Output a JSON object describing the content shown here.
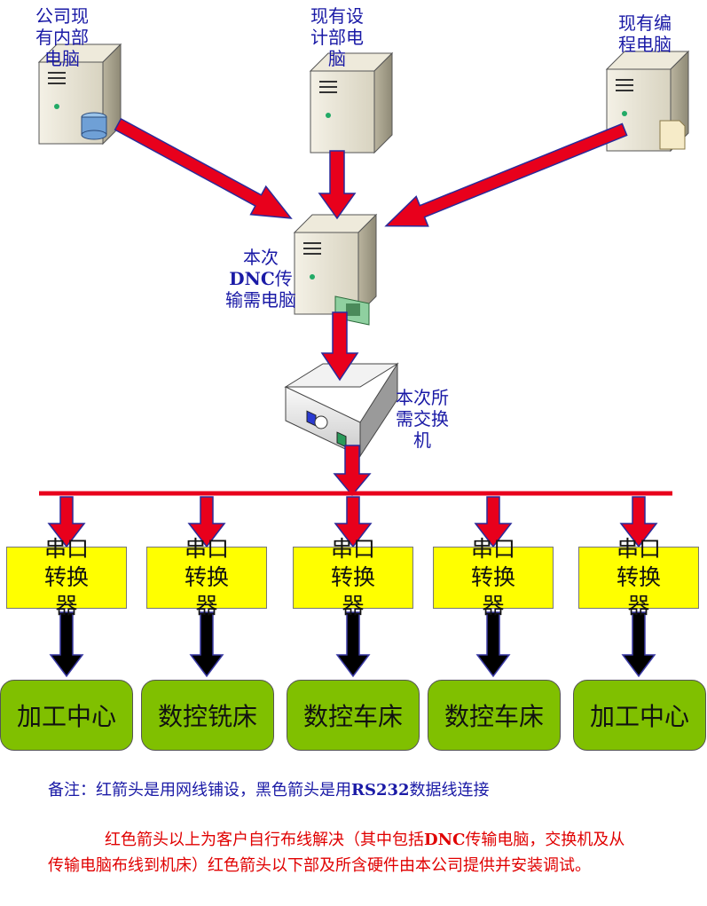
{
  "computers": {
    "company": "公司现有内部电脑",
    "design": "现有设计部电脑",
    "programming": "现有编程电脑",
    "dnc_prefix": "本次",
    "dnc_bold": "DNC",
    "dnc_suffix": "传输需电脑"
  },
  "switch_label": "本次所需交换机",
  "converters": [
    "串口转换器",
    "串口转换器",
    "串口转换器",
    "串口转换器",
    "串口转换器"
  ],
  "machines": [
    "加工中心",
    "数控铣床",
    "数控车床",
    "数控车床",
    "加工中心"
  ],
  "note": {
    "prefix": "备注：红箭头是用网线铺设，黑色箭头是用",
    "bold": "RS232",
    "suffix": "数据线连接"
  },
  "red_note": {
    "part1": "红色箭头以上为客户自行布线解决（其中包括",
    "bold": "DNC",
    "part2": "传输电脑，交换机及从传输电脑布线到机床）红色箭头以下部及所含硬件由本公司提供并安装调试。"
  },
  "colors": {
    "red_arrow": "#e8001c",
    "black_arrow": "#000000",
    "converter_fill": "#ffff00",
    "machine_fill": "#80c000",
    "label_blue": "#1a1aa6",
    "note_red": "#e00000"
  }
}
